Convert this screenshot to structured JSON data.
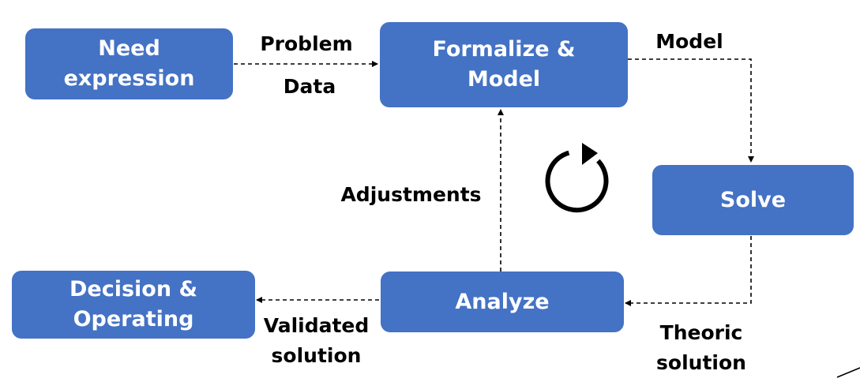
{
  "nodes": {
    "need_expression": [
      "Need",
      "expression"
    ],
    "formalize_model": [
      "Formalize &",
      "Model"
    ],
    "solve": [
      "Solve"
    ],
    "analyze": [
      "Analyze"
    ],
    "decision_operating": [
      "Decision &",
      "Operating"
    ]
  },
  "edges": {
    "problem": "Problem",
    "data": "Data",
    "model": "Model",
    "theoric_solution": [
      "Theoric",
      "solution"
    ],
    "adjustments": "Adjustments",
    "validated_solution": [
      "Validated",
      "solution"
    ]
  },
  "icons": {
    "cycle": "refresh-arrow-icon"
  },
  "colors": {
    "node_fill": "#4472C4",
    "node_text": "#FFFFFF",
    "edge": "#000000"
  }
}
